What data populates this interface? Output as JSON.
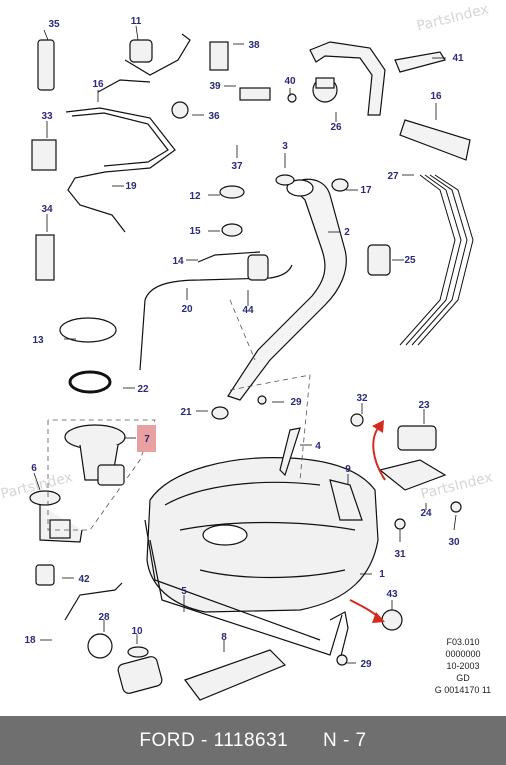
{
  "watermarks": [
    "PartsIndex",
    "PartsIndex",
    "PartsIndex"
  ],
  "footer": {
    "brand": "FORD",
    "separator": "-",
    "part_number": "1118631",
    "position": "N - 7"
  },
  "info_block": [
    "F03.010",
    "0000000",
    "10-2003",
    "GD",
    "G 0014170 11"
  ],
  "callouts": [
    "35",
    "11",
    "38",
    "41",
    "16",
    "40",
    "39",
    "36",
    "16",
    "26",
    "33",
    "3",
    "37",
    "27",
    "17",
    "19",
    "12",
    "2",
    "34",
    "15",
    "25",
    "14",
    "20",
    "44",
    "13",
    "22",
    "21",
    "29",
    "32",
    "23",
    "7",
    "4",
    "6",
    "9",
    "24",
    "30",
    "31",
    "42",
    "1",
    "5",
    "43",
    "28",
    "18",
    "10",
    "8",
    "29"
  ],
  "highlight_callout": "7",
  "colors": {
    "callout_text": "#2a2a7a",
    "highlight_box": "#e8a0a0",
    "footer_bg": "#6f6f6f",
    "red_arrow": "#d42a1f"
  }
}
